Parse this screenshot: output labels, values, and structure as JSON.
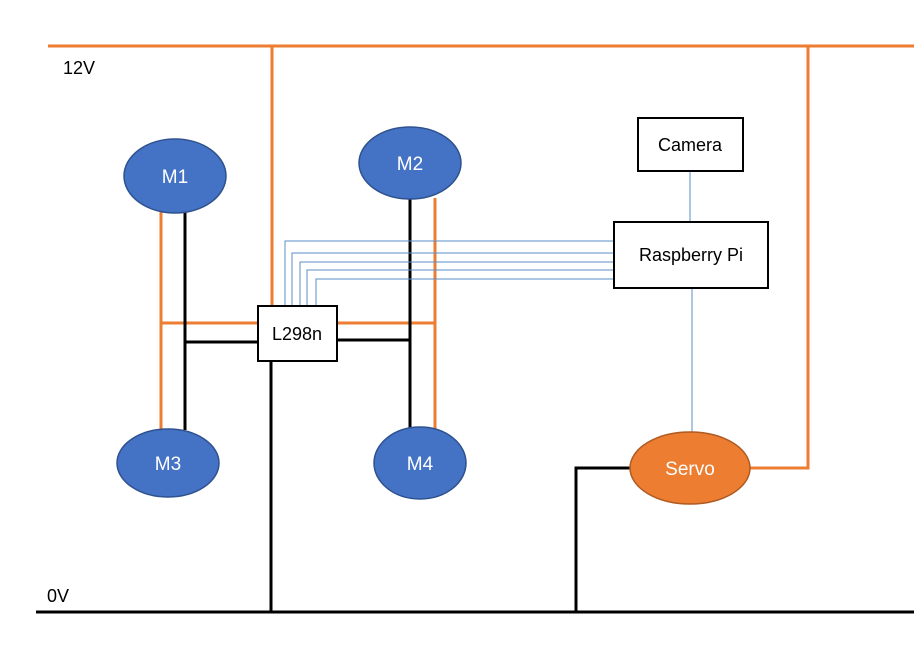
{
  "rails": {
    "top_label": "12V",
    "bottom_label": "0V"
  },
  "motors": {
    "m1": "M1",
    "m2": "M2",
    "m3": "M3",
    "m4": "M4"
  },
  "components": {
    "driver": "L298n",
    "controller": "Raspberry Pi",
    "camera": "Camera",
    "servo": "Servo"
  },
  "colors": {
    "power_wire": "#ed7d31",
    "ground_wire": "#000000",
    "signal_wire": "#5b8fc7",
    "motor_fill": "#4472c4",
    "motor_stroke": "#2f528f",
    "servo_fill": "#ed7d31",
    "servo_stroke": "#ae5a21",
    "box_stroke": "#000000",
    "label_text": "#000000",
    "node_text": "#ffffff"
  }
}
